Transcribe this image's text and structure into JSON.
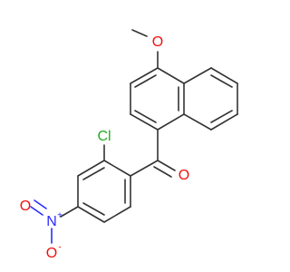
{
  "molecule": {
    "atoms": {
      "methoxy_o": "O",
      "carbonyl_o": "O",
      "chlorine": "Cl",
      "nitro_n": "N",
      "nitro_n_charge": "+",
      "nitro_o_top": "O",
      "nitro_o_bottom": "O",
      "nitro_o_bottom_charge": "-"
    },
    "colors": {
      "bond": "#333333",
      "oxygen": "#ee1111",
      "nitrogen": "#2b2bff",
      "chlorine": "#22aa22"
    }
  }
}
